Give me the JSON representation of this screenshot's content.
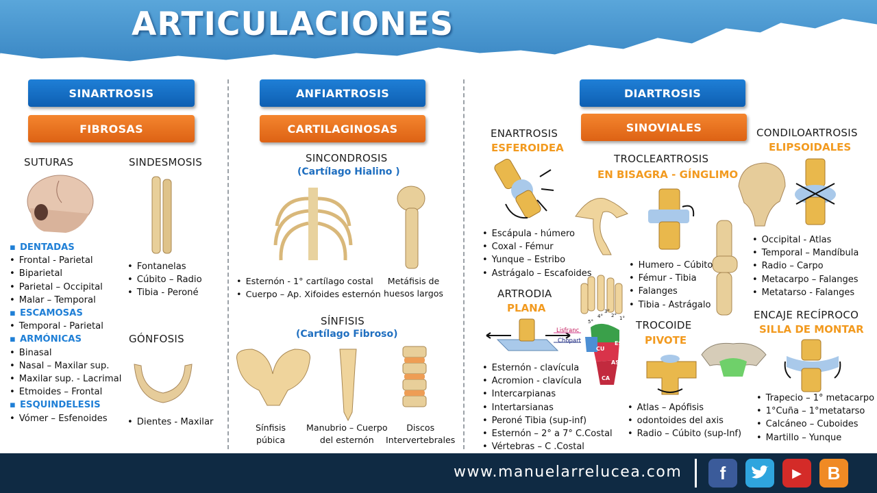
{
  "title": "ARTICULACIONES",
  "columns": {
    "sinartrosis": "SINARTROSIS",
    "fibrosas": "FIBROSAS",
    "anfiartrosis": "ANFIARTROSIS",
    "cartilaginosas": "CARTILAGINOSAS",
    "diartrosis": "DIARTROSIS",
    "sinoviales": "SINOVIALES"
  },
  "suturas": {
    "heading": "SUTURAS",
    "items": [
      {
        "text": "DENTADAS",
        "cat": true
      },
      {
        "text": "Frontal - Parietal"
      },
      {
        "text": "Biparietal"
      },
      {
        "text": "Parietal – Occipital"
      },
      {
        "text": "Malar – Temporal"
      },
      {
        "text": "ESCAMOSAS",
        "cat": true
      },
      {
        "text": "Temporal - Parietal"
      },
      {
        "text": "ARMÓNICAS",
        "cat": true
      },
      {
        "text": "Binasal"
      },
      {
        "text": "Nasal – Maxilar sup."
      },
      {
        "text": "Maxilar sup. - Lacrimal"
      },
      {
        "text": "Etmoides – Frontal"
      },
      {
        "text": "ESQUINDELESIS",
        "cat": true
      },
      {
        "text": "Vómer – Esfenoides"
      }
    ]
  },
  "sindesmosis": {
    "heading": "SINDESMOSIS",
    "items": [
      "Fontanelas",
      "Cúbito – Radio",
      "Tibia - Peroné"
    ]
  },
  "gonfosis": {
    "heading": "GÓNFOSIS",
    "items": [
      "Dientes - Maxilar"
    ]
  },
  "sincondrosis": {
    "heading": "SINCONDROSIS",
    "sub": "(Cartílago Hialino )",
    "items": [
      "Esternón - 1° cartílago costal",
      "Cuerpo – Ap. Xifoides  esternón"
    ],
    "caption_line1": "Metáfisis de",
    "caption_line2": "huesos largos"
  },
  "sinfisis": {
    "heading": "SÍNFISIS",
    "sub": "(Cartílago Fibroso)",
    "cap1_l1": "Sínfisis",
    "cap1_l2": "púbica",
    "cap2_l1": "Manubrio – Cuerpo",
    "cap2_l2": "del esternón",
    "cap3_l1": "Discos",
    "cap3_l2": "Intervertebrales"
  },
  "enartrosis": {
    "heading": "ENARTROSIS",
    "sub": "ESFEROIDEA",
    "items": [
      "Escápula  - húmero",
      "Coxal -  Fémur",
      "Yunque – Estribo",
      "Astrágalo – Escafoides"
    ]
  },
  "artrodia": {
    "heading": "ARTRODIA",
    "sub": "PLANA",
    "items": [
      "Esternón - clavícula",
      "Acromion - clavícula",
      "Intercarpianas",
      "Intertarsianas",
      "Peroné Tibia (sup-inf)",
      "Esternón – 2° a 7° C.Costal",
      "Vértebras – C .Costal"
    ]
  },
  "foot_labels": {
    "lisfranc": "Lisfranc",
    "chopart": "Chopart",
    "cu": "CU",
    "es": "ES",
    "as": "AS",
    "ca": "CA",
    "n1": "1°",
    "n2": "2°",
    "n3": "3°",
    "n4": "4°",
    "n5": "5°"
  },
  "troclear": {
    "heading": "TROCLEARTROSIS",
    "sub": "EN BISAGRA - GÍNGLIMO",
    "items": [
      "Humero – Cúbito",
      "Fémur -  Tibia",
      "Falanges",
      "Tibia - Astrágalo"
    ]
  },
  "trocoide": {
    "heading": "TROCOIDE",
    "sub": "PIVOTE",
    "items": [
      "Atlas – Apófisis",
      "odontoides del axis",
      "Radio – Cúbito (sup-Inf)"
    ]
  },
  "condilo": {
    "heading": "CONDILOARTROSIS",
    "sub": "ELIPSOIDALES",
    "items": [
      "Occipital - Atlas",
      "Temporal – Mandíbula",
      "Radio – Carpo",
      "Metacarpo – Falanges",
      "Metatarso - Falanges"
    ]
  },
  "encaje": {
    "heading": "ENCAJE RECÍPROCO",
    "sub": "SILLA DE MONTAR",
    "items": [
      "Trapecio – 1° metacarpo",
      "1°Cuña – 1°metatarso",
      "Calcáneo – Cuboides",
      "Martillo – Yunque"
    ]
  },
  "footer": {
    "website": "www.manuelarrelucea.com",
    "facebook_glyph": "f",
    "youtube_glyph": "▶",
    "blogger_glyph": "B"
  },
  "colors": {
    "header_blue": "#4a97cf",
    "pill_blue": "#1f7fd6",
    "pill_orange": "#f07a22",
    "accent_orange": "#f29a1f",
    "footer": "#0f2a43"
  }
}
